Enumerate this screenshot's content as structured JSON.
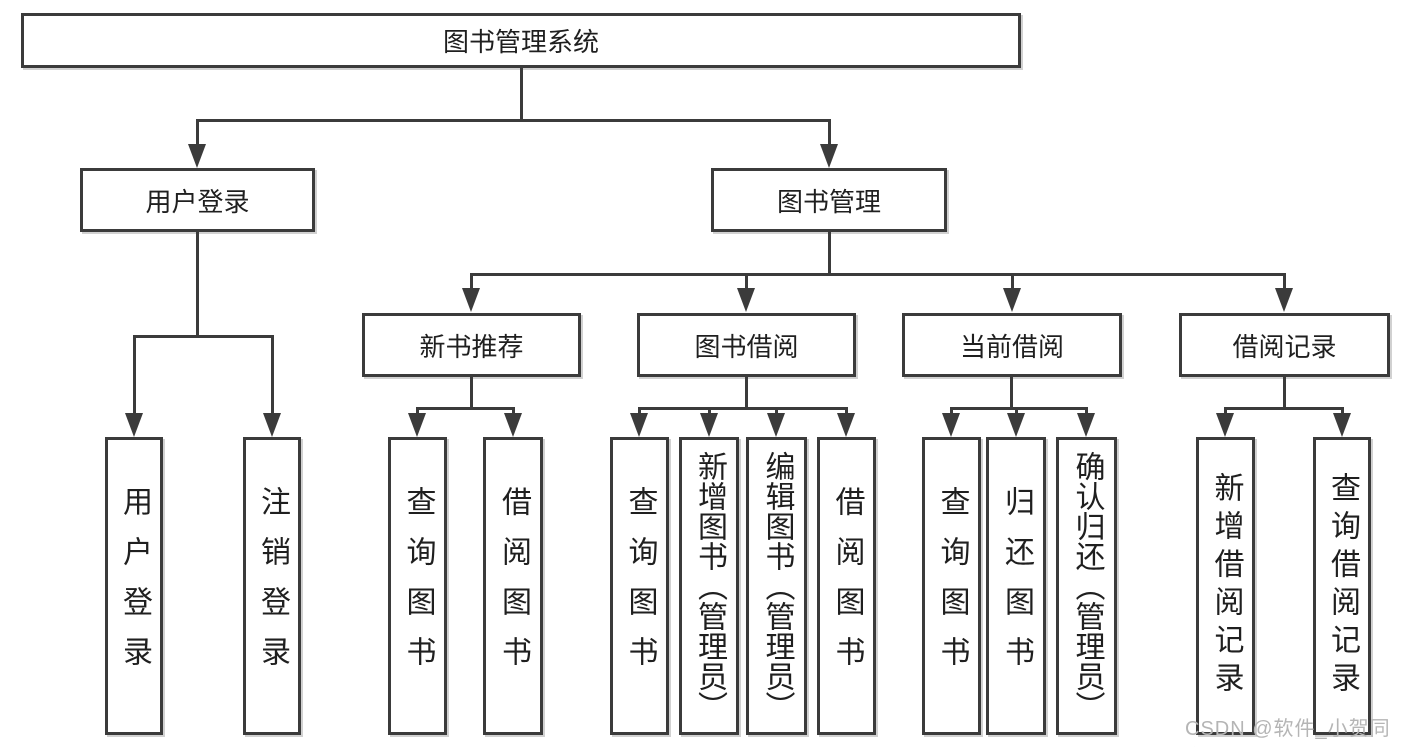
{
  "colors": {
    "line": "#3b3b3b",
    "text": "#1f1f1f",
    "background": "#ffffff",
    "watermark": "#b5b5b5"
  },
  "tree": {
    "root": {
      "label": "图书管理系统"
    },
    "children": [
      {
        "label": "用户登录",
        "children": [
          {
            "label": "用户登录"
          },
          {
            "label": "注销登录"
          }
        ]
      },
      {
        "label": "图书管理",
        "children": [
          {
            "label": "新书推荐",
            "children": [
              {
                "label": "查询图书"
              },
              {
                "label": "借阅图书"
              }
            ]
          },
          {
            "label": "图书借阅",
            "children": [
              {
                "label": "查询图书"
              },
              {
                "label": "新增图书（管理员）"
              },
              {
                "label": "编辑图书（管理员）"
              },
              {
                "label": "借阅图书"
              }
            ]
          },
          {
            "label": "当前借阅",
            "children": [
              {
                "label": "查询图书"
              },
              {
                "label": "归还图书"
              },
              {
                "label": "确认归还（管理员）"
              }
            ]
          },
          {
            "label": "借阅记录",
            "children": [
              {
                "label": "新增借阅记录"
              },
              {
                "label": "查询借阅记录"
              }
            ]
          }
        ]
      }
    ]
  },
  "watermark": {
    "text": "CSDN @软件_小贺同学"
  }
}
